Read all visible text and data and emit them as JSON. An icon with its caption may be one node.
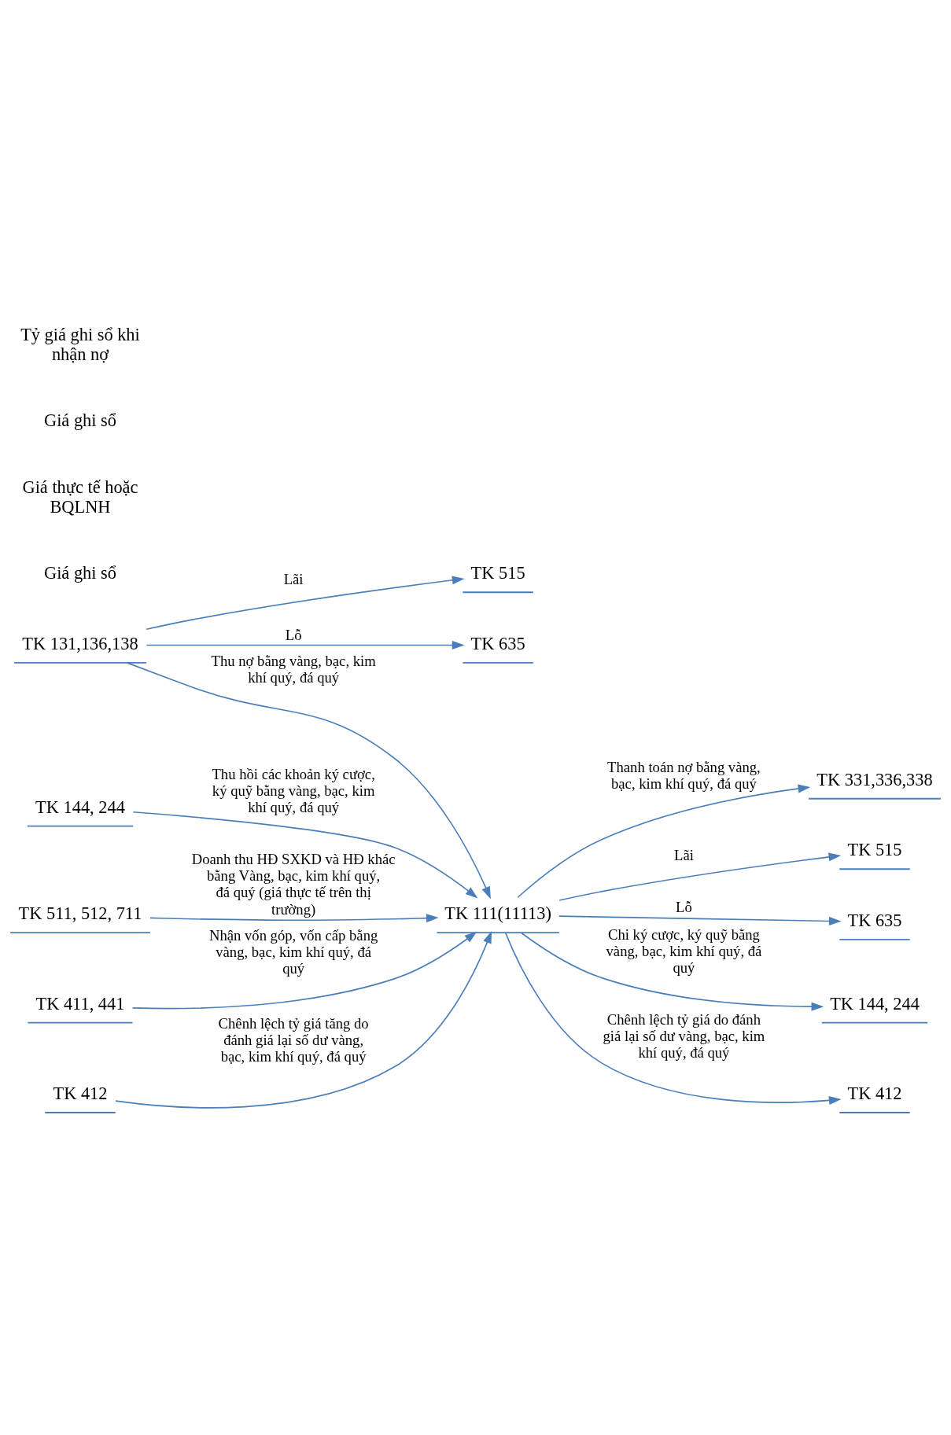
{
  "diagram": {
    "nodes": [
      {
        "text": [
          "TK 131,136,138"
        ]
      },
      {
        "text": [
          "TK 111(11113)"
        ]
      },
      {
        "text": [
          "TK 331,336,338"
        ]
      },
      {
        "text": [
          "TK 515"
        ]
      },
      {
        "text": [
          "TK 635"
        ]
      },
      {
        "text": [
          "TK 515"
        ]
      },
      {
        "text": [
          "TK 635"
        ]
      },
      {
        "text": [
          "TK 144, 244"
        ]
      },
      {
        "text": [
          "TK 144, 244"
        ]
      },
      {
        "text": [
          "TK 511, 512, 711"
        ]
      },
      {
        "text": [
          "TK 411, 441"
        ]
      },
      {
        "text": [
          "TK 412"
        ]
      },
      {
        "text": [
          "TK 412"
        ]
      }
    ],
    "edges": [
      {
        "from": 0,
        "to": 1,
        "arrow": "to",
        "label": "Thu nợ bằng vàng, bạc, kim khí quý, đá quý"
      },
      {
        "from": 0,
        "to": 3,
        "arrow": "to",
        "label": "Lãi"
      },
      {
        "from": 0,
        "to": 4,
        "arrow": "to",
        "label": "Lỗ"
      },
      {
        "from": 1,
        "to": 2,
        "arrow": "to",
        "label": "Thanh toán nợ bằng vàng, bạc, kim khí quý, đá quý"
      },
      {
        "from": 1,
        "to": 5,
        "arrow": "to",
        "label": "Lãi"
      },
      {
        "from": 1,
        "to": 6,
        "arrow": "to",
        "label": "Lỗ"
      },
      {
        "from": 7,
        "to": 1,
        "arrow": "to",
        "label": "Thu hồi các khoản ký cược, ký quỹ bằng vàng, bạc, kim khí quý, đá quý"
      },
      {
        "from": 1,
        "to": 8,
        "arrow": "to",
        "label": "Chi ký cược, ký quỹ bằng vàng, bạc, kim khí quý, đá quý"
      },
      {
        "from": 9,
        "to": 1,
        "arrow": "to",
        "label": "Doanh thu HĐ SXKD và HĐ khác bằng Vàng, bạc, kim khí quý, đá quý (giá thực tế trên thị trường)"
      },
      {
        "from": 10,
        "to": 1,
        "arrow": "to",
        "label": "Nhận vốn góp, vốn cấp bằng vàng, bạc, kim khí quý, đá quý"
      },
      {
        "from": 11,
        "to": 1,
        "arrow": "to",
        "label": "Chênh lệch tỷ giá tăng do đánh giá lại số dư vàng, bạc, kim khí quý, đá quý"
      },
      {
        "from": 1,
        "to": 12,
        "arrow": "to",
        "label": "Chênh lệch tỷ giá do đánh giá lại số dư vàng, bạc, kim khí quý, đá quý"
      }
    ],
    "labels": [
      "Giá ghi sổ",
      "Giá thực tế hoặc BQLNH",
      "Giá ghi sổ",
      "Tỷ giá ghi sổ khi nhận nợ"
    ]
  }
}
